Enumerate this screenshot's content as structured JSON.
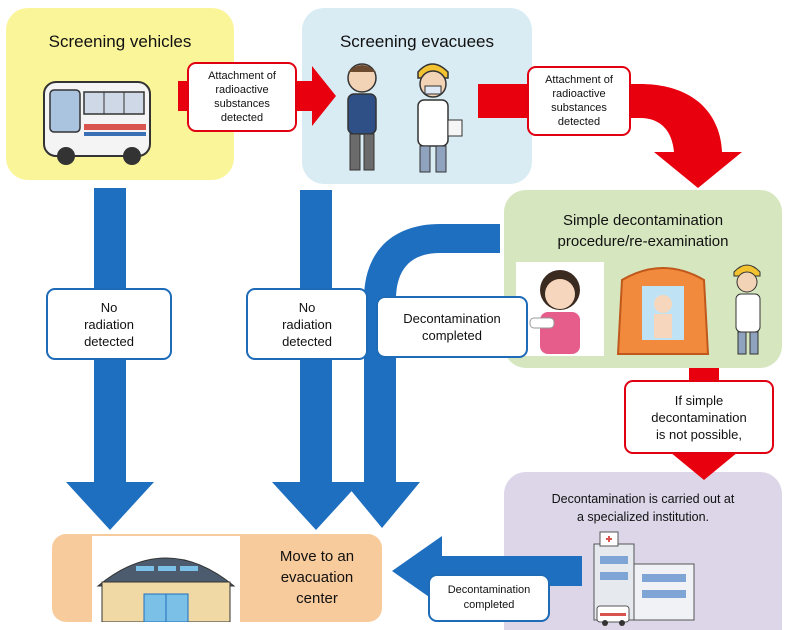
{
  "nodes": {
    "vehicles": {
      "title": "Screening vehicles"
    },
    "evacuees": {
      "title": "Screening evacuees"
    },
    "simple": {
      "title": "Simple decontamination\nprocedure/re-examination"
    },
    "specialized": {
      "title": "Decontamination is carried out at\na specialized institution."
    },
    "center": {
      "title": "Move to an\nevacuation\ncenter"
    }
  },
  "labels": {
    "attach1": "Attachment of\nradioactive\nsubstances\ndetected",
    "attach2": "Attachment of\nradioactive\nsubstances\ndetected",
    "noRad1": "No\nradiation\ndetected",
    "noRad2": "No\nradiation\ndetected",
    "decon1": "Decontamination\ncompleted",
    "notPossible": "If simple\ndecontamination\nis not possible,",
    "decon2": "Decontamination\ncompleted"
  },
  "colors": {
    "yellow": "#fbf59a",
    "lightBlue": "#d9ecf3",
    "green": "#d6e6bf",
    "lavender": "#dcd6e8",
    "orange": "#f8cb9c",
    "redArrow": "#e8000f",
    "blueArrow": "#1f6fc0"
  },
  "icons": [
    "bus-illustration",
    "evacuee-illustration",
    "screener-illustration",
    "woman-wiping-arm-illustration",
    "decontamination-tent-illustration",
    "hospital-illustration",
    "ambulance-illustration",
    "gymnasium-illustration"
  ]
}
